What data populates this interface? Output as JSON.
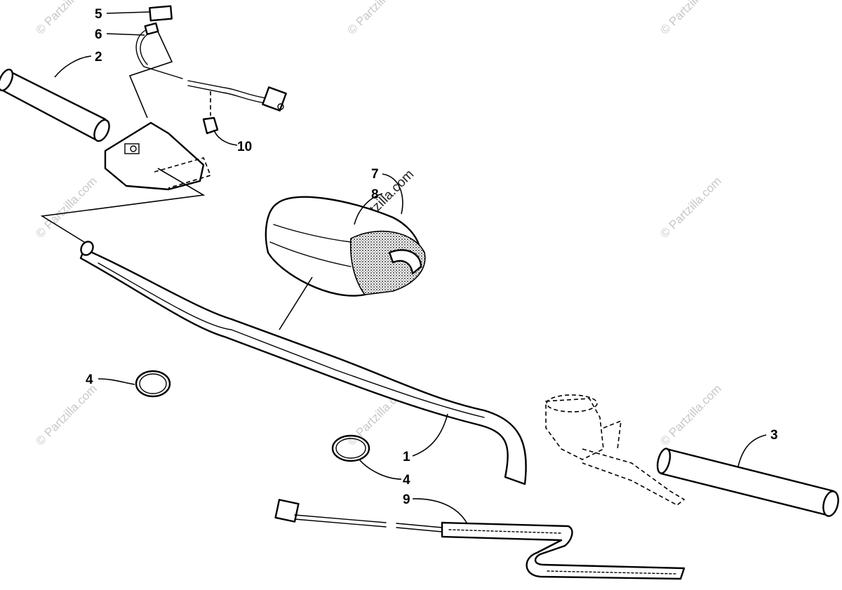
{
  "callouts": {
    "c1": "1",
    "c2": "2",
    "c3": "3",
    "c4a": "4",
    "c4b": "4",
    "c5": "5",
    "c6": "6",
    "c7": "7",
    "c8": "8",
    "c9": "9",
    "c10": "10"
  },
  "watermark": {
    "text": "© Partzilla.com",
    "text_dark": "© Partzilla.com"
  }
}
